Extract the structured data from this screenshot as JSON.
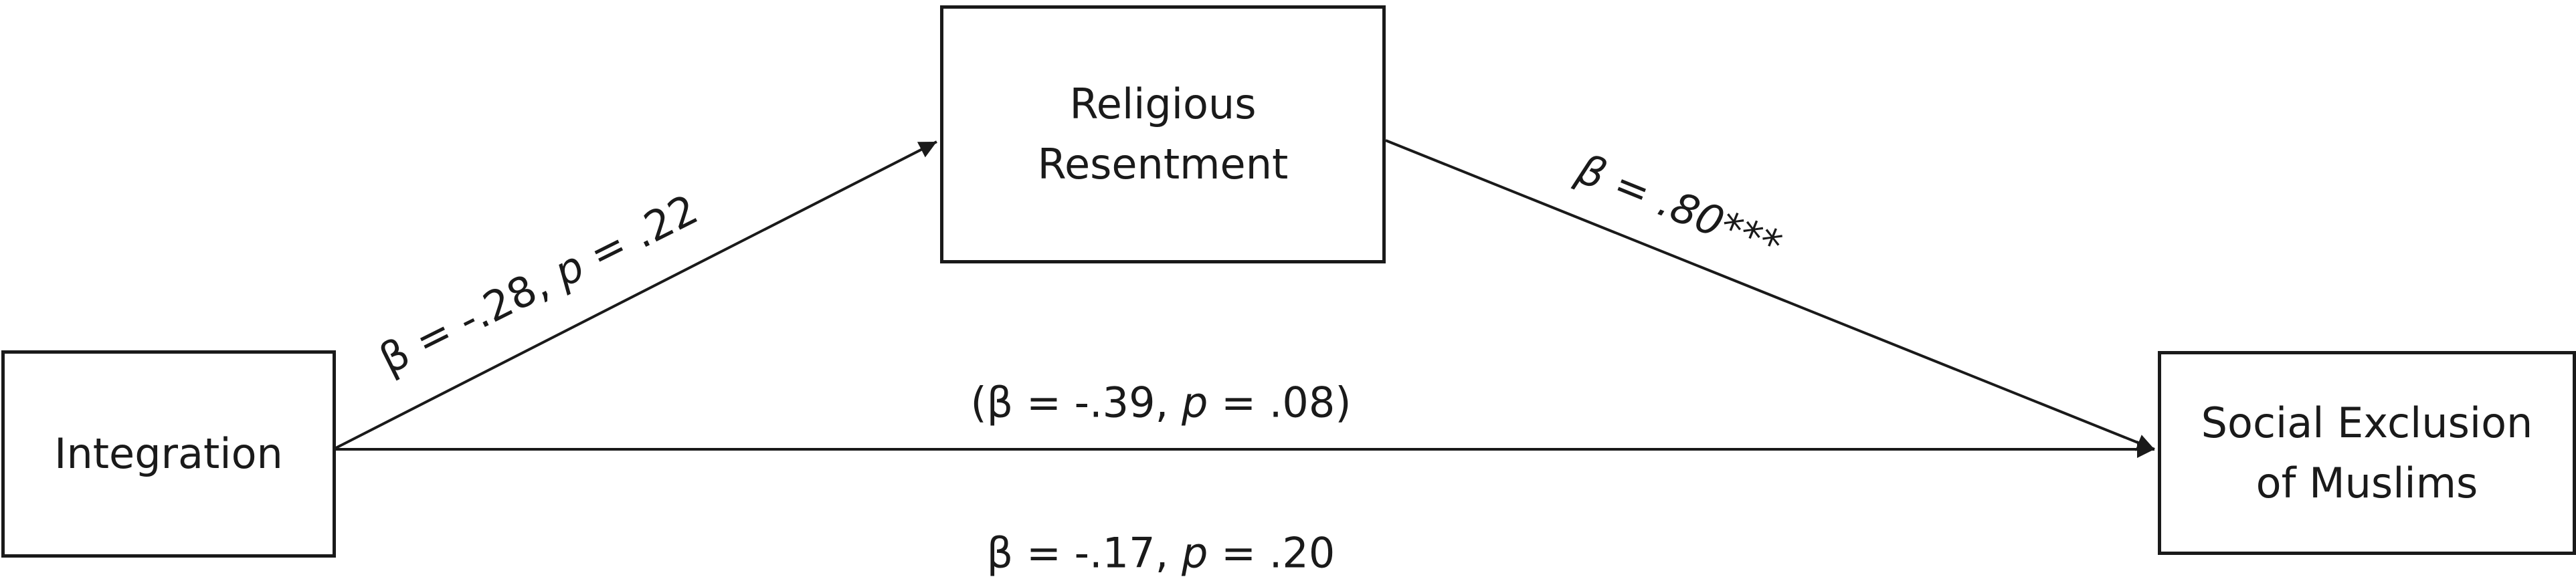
{
  "nodes": {
    "integration": {
      "lines": [
        "Integration"
      ]
    },
    "mediator": {
      "lines": [
        "Religious",
        "Resentment"
      ]
    },
    "outcome": {
      "lines": [
        "Social Exclusion",
        "of Muslims"
      ]
    }
  },
  "paths": {
    "a": {
      "beta_text": "β = -.28, ",
      "p_symbol": "p",
      "p_text": " = .22"
    },
    "b": {
      "text": "β = .80***"
    },
    "direct": {
      "open": "(β = -.39, ",
      "p_symbol": "p",
      "p_text": " = .08)"
    },
    "total": {
      "beta_text": "β = -.17, ",
      "p_symbol": "p",
      "p_text": " = .20"
    }
  },
  "colors": {
    "line": "#1a1a1a",
    "text": "#1a1a1a",
    "background": "#ffffff"
  }
}
